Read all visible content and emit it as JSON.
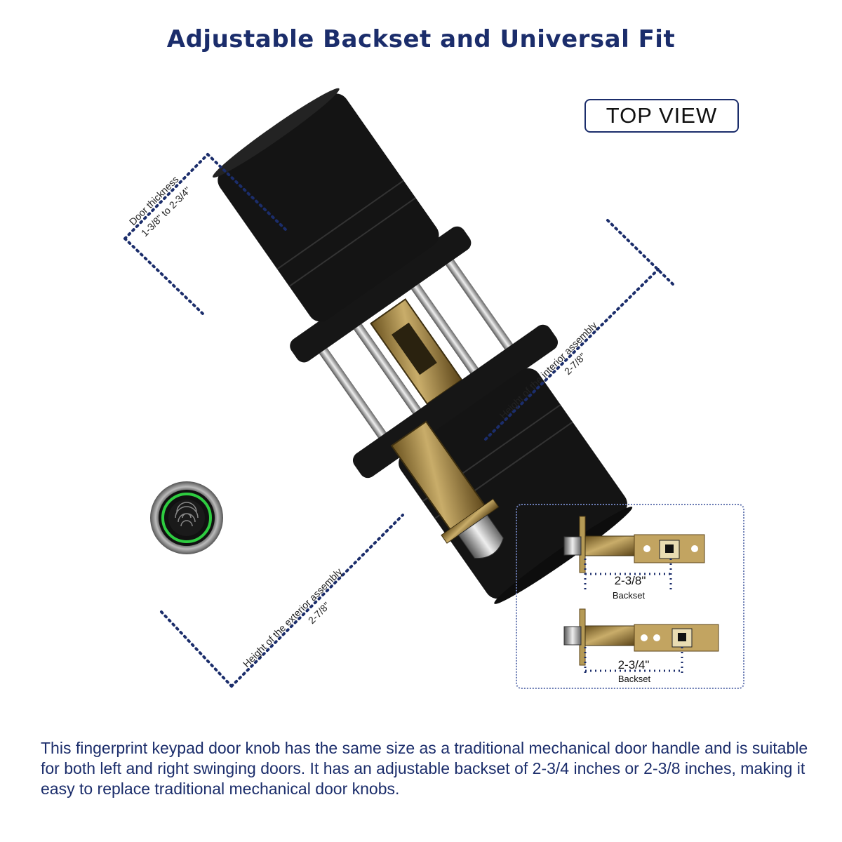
{
  "title": "Adjustable Backset and Universal Fit",
  "top_view_label": "TOP VIEW",
  "dimensions": {
    "door_thickness_title": "Door thickness",
    "door_thickness_value": "1-3/8\" to 2-3/4\"",
    "interior_title": "Height of the interior assembly",
    "interior_value": "2-7/8\"",
    "exterior_title": "Height of the exterior assembly",
    "exterior_value": "2-7/8\""
  },
  "backset_inset": {
    "options": [
      {
        "value": "2-3/8\"",
        "label": "Backset"
      },
      {
        "value": "2-3/4\"",
        "label": "Backset"
      }
    ]
  },
  "description": "This fingerprint keypad door knob has the same size as a traditional mechanical door handle and is suitable for both left and right swinging doors. It has an adjustable backset of 2-3/4 inches or 2-3/8 inches, making it easy to replace traditional mechanical door knobs.",
  "colors": {
    "title": "#1b2d6b",
    "dimension_line": "#1b2d6b",
    "lock_body": "#141414",
    "brass": "#a48a4a",
    "fingerprint_ring": "#2ecc40"
  }
}
